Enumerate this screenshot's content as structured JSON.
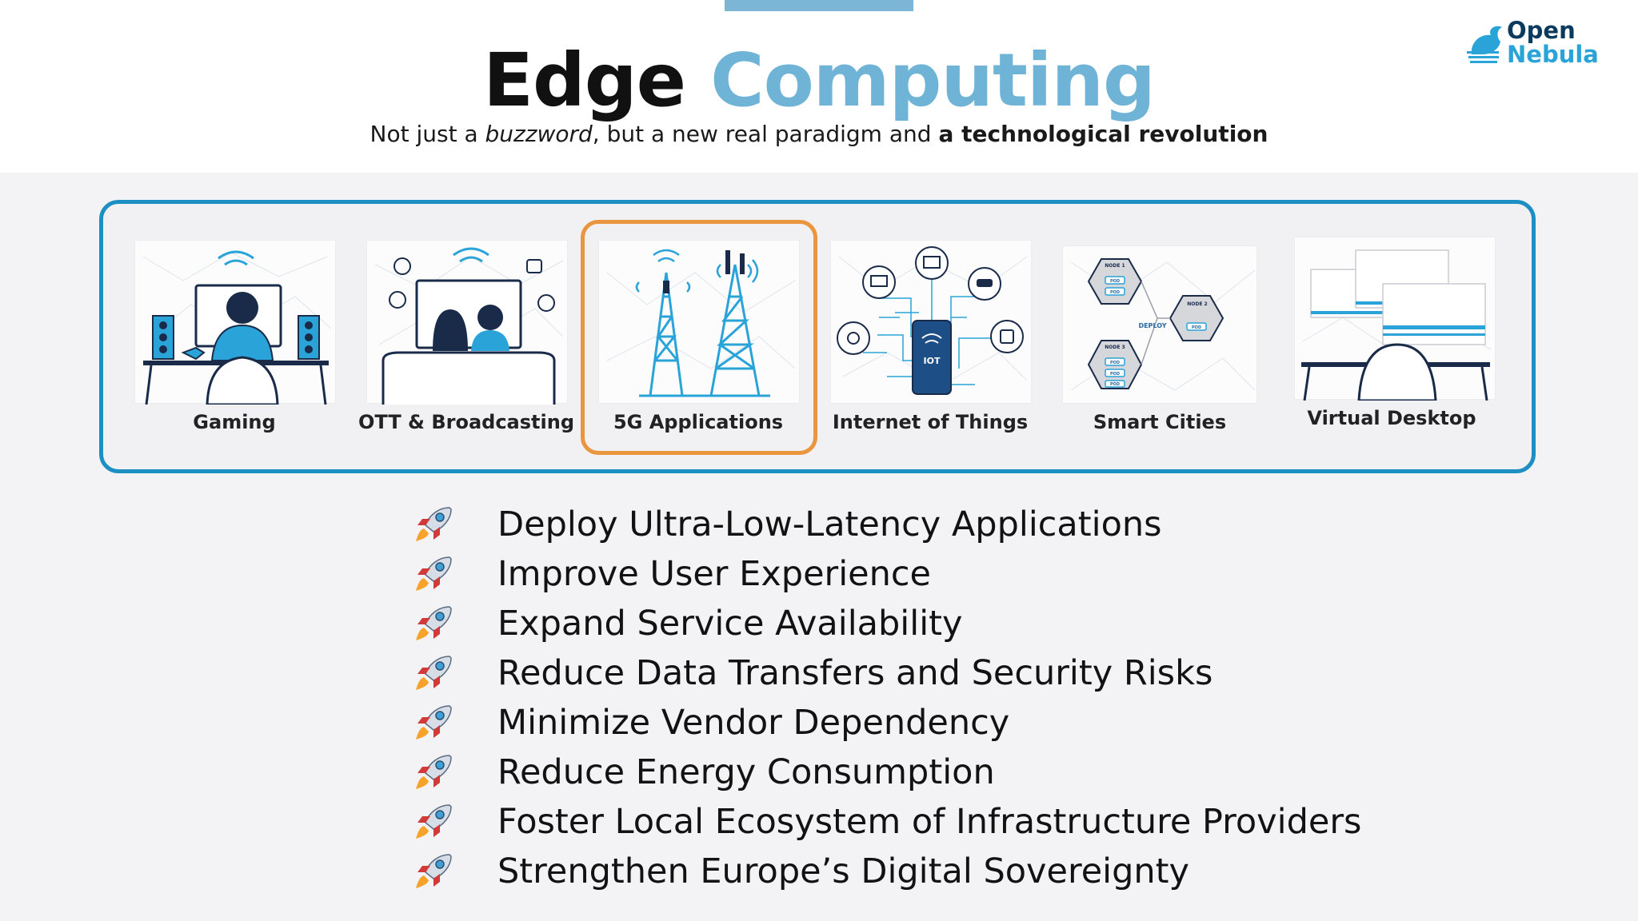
{
  "header": {
    "title_word1": "Edge",
    "title_word2": "Computing",
    "subtitle_part1": "Not just a ",
    "subtitle_italic": "buzzword",
    "subtitle_part2": ", but a new real paradigm and ",
    "subtitle_bold": "a technological revolution"
  },
  "logo": {
    "line1": "Open",
    "line2": "Nebula"
  },
  "use_cases": [
    {
      "label": "Gaming",
      "icon": "gaming-illustration-icon"
    },
    {
      "label": "OTT & Broadcasting",
      "icon": "broadcasting-illustration-icon"
    },
    {
      "label": "5G Applications",
      "icon": "5g-towers-illustration-icon",
      "highlighted": true
    },
    {
      "label": "Internet of Things",
      "icon": "iot-illustration-icon",
      "inner_text": "IOT"
    },
    {
      "label": "Smart Cities",
      "icon": "smart-cities-illustration-icon"
    },
    {
      "label": "Virtual Desktop",
      "icon": "virtual-desktop-illustration-icon"
    }
  ],
  "smart_cities_diagram": {
    "node1": "NODE 1",
    "node2": "NODE 2",
    "node3": "NODE 3",
    "deploy": "DEPLOY",
    "pod": "POD"
  },
  "benefits": [
    "Deploy Ultra-Low-Latency Applications",
    "Improve User Experience",
    "Expand Service Availability",
    "Reduce Data Transfers and Security Risks",
    "Minimize Vendor Dependency",
    "Reduce Energy Consumption",
    "Foster Local Ecosystem of Infrastructure Providers",
    "Strengthen Europe’s Digital Sovereignty"
  ],
  "colors": {
    "accent_blue": "#1e8fc2",
    "title_blue": "#6fb3d6",
    "highlight_orange": "#ea963f",
    "illustration_teal": "#2aa3d8",
    "dark_navy": "#1a2b4a"
  }
}
